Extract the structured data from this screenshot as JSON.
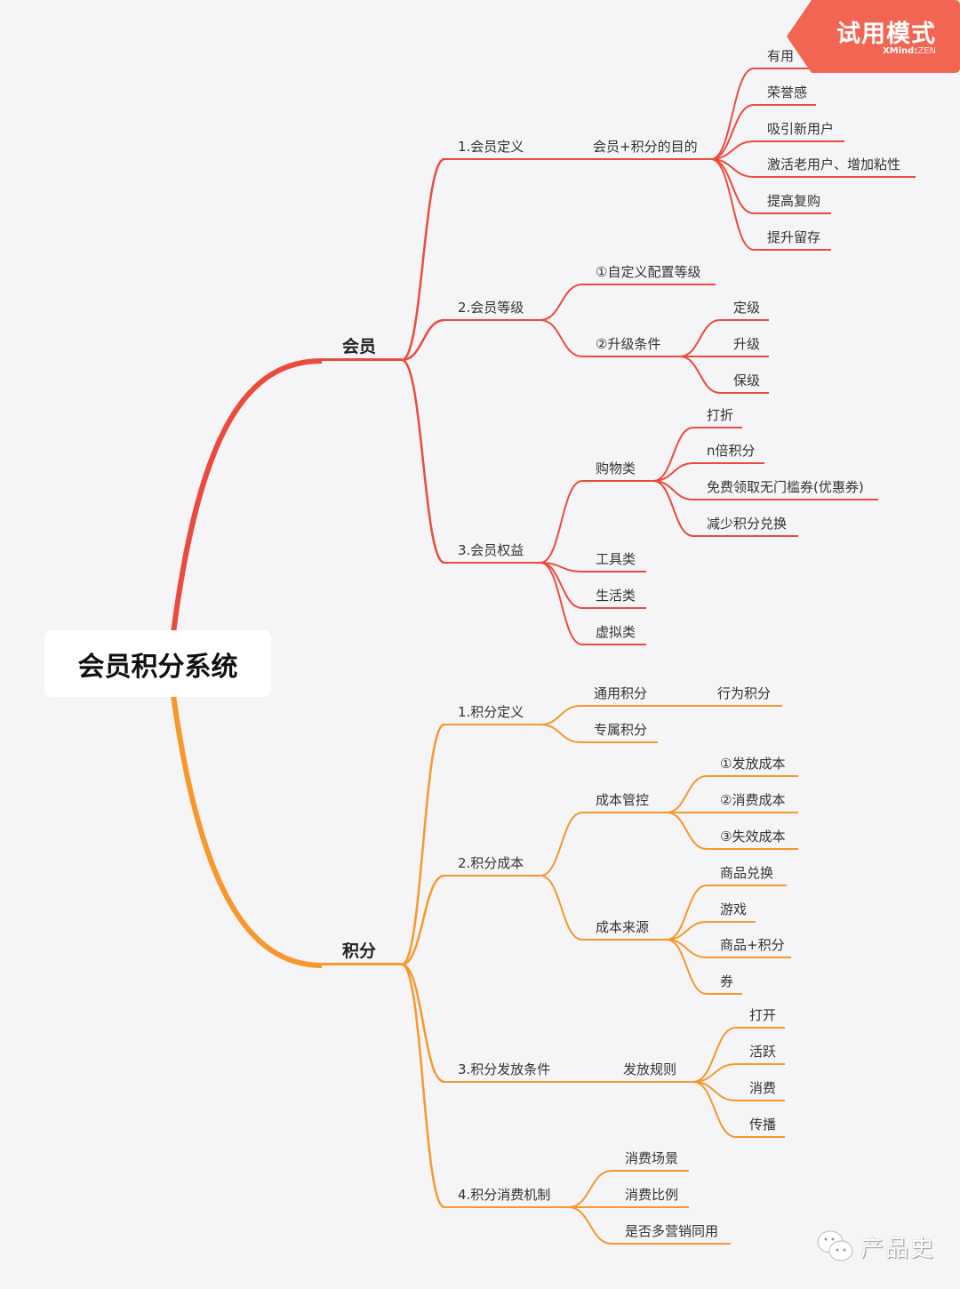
{
  "banner": {
    "title": "试用模式",
    "brand": "XMind",
    "edition": "ZEN"
  },
  "watermark": {
    "text": "产品史",
    "icon": "wechat-icon"
  },
  "colors": {
    "member": "#ea4b3d",
    "points": "#f7972c",
    "banner": "#f26552"
  },
  "root": "会员积分系统",
  "member": {
    "label": "会员",
    "def": {
      "label": "1.会员定义",
      "purpose": {
        "label": "会员+积分的目的",
        "items": [
          "有用",
          "荣誉感",
          "吸引新用户",
          "激活老用户、增加粘性",
          "提高复购",
          "提升留存"
        ]
      }
    },
    "level": {
      "label": "2.会员等级",
      "custom": "①自定义配置等级",
      "upgrade": {
        "label": "②升级条件",
        "items": [
          "定级",
          "升级",
          "保级"
        ]
      }
    },
    "rights": {
      "label": "3.会员权益",
      "shopping": {
        "label": "购物类",
        "items": [
          "打折",
          "n倍积分",
          "免费领取无门槛券(优惠券)",
          "减少积分兑换"
        ]
      },
      "others": [
        "工具类",
        "生活类",
        "虚拟类"
      ]
    }
  },
  "points": {
    "label": "积分",
    "def": {
      "label": "1.积分定义",
      "general": {
        "label": "通用积分",
        "child": "行为积分"
      },
      "exclusive": "专属积分"
    },
    "cost": {
      "label": "2.积分成本",
      "control": {
        "label": "成本管控",
        "items": [
          "①发放成本",
          "②消费成本",
          "③失效成本"
        ]
      },
      "source": {
        "label": "成本来源",
        "items": [
          "商品兑换",
          "游戏",
          "商品+积分",
          "券"
        ]
      }
    },
    "issue": {
      "label": "3.积分发放条件",
      "rule": {
        "label": "发放规则",
        "items": [
          "打开",
          "活跃",
          "消费",
          "传播"
        ]
      }
    },
    "consume": {
      "label": "4.积分消费机制",
      "items": [
        "消费场景",
        "消费比例",
        "是否多营销同用"
      ]
    }
  }
}
